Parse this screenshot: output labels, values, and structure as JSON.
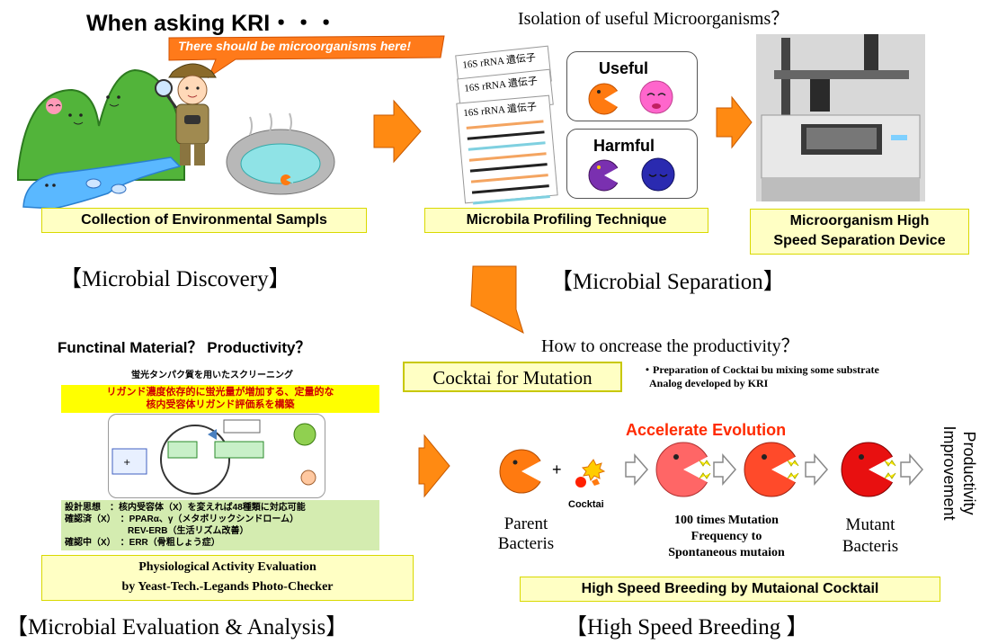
{
  "discovery": {
    "heading": "When asking KRI・・・",
    "speech": "There should be microorganisms here!",
    "caption": "Collection of Environmental Sampls",
    "section": "【Microbial Discovery】"
  },
  "separation": {
    "heading": "Isolation of useful Microorganisms？",
    "gene_label": "16S rRNA 遺伝子",
    "useful": "Useful",
    "harmful": "Harmful",
    "profiling_caption": "Microbila Profiling Technique",
    "device_caption_1": "Microorganism High",
    "device_caption_2": "Speed Separation Device",
    "section": "【Microbial Separation】"
  },
  "evaluation": {
    "heading": "Functinal Material？ Productivity？",
    "slide_title": "蛍光タンパク質を用いたスクリーニング",
    "slide_banner_1": "リガンド濃度依存的に蛍光量が増加する、定量的な",
    "slide_banner_2": "核内受容体リガンド評価系を構築",
    "slide_lines": [
      "設計思想　：核内受容体（X）を変えれば48種類に対応可能",
      "確認済（X）　：PPARα、γ（メタボリックシンドローム）",
      "　　　　　　　REV-ERB（生活リズム改善）",
      "確認中（X）　：ERR（骨粗しょう症）"
    ],
    "caption_1": "Physiological Activity Evaluation",
    "caption_2": "by Yeast-Tech.-Legands Photo-Checker",
    "section": "【Microbial Evaluation & Analysis】"
  },
  "breeding": {
    "heading": "How to oncrease the productivity？",
    "cocktail_title": "Cocktai for Mutation",
    "note_1": "・Preparation of Cocktai bu mixing some substrate",
    "note_2": "Analog developed by KRI",
    "accelerate": "Accelerate Evolution",
    "plus": "+",
    "cocktail_small": "Cocktai",
    "parent_1": "Parent",
    "parent_2": "Bacteris",
    "mutation_1": "100 times Mutation",
    "mutation_2": "Frequency to",
    "mutation_3": "Spontaneous mutaion",
    "mutant_1": "Mutant",
    "mutant_2": "Bacteris",
    "productivity_1": "Productivity",
    "productivity_2": "Improvement",
    "caption": "High Speed Breeding by Mutaional Cocktail",
    "section": "【High Speed Breeding 】"
  },
  "colors": {
    "arrow_orange": "#ff8a12",
    "caption_fill": "#ffffc4",
    "accent_red": "#ff2a00",
    "mutant_red": "#e81010"
  }
}
